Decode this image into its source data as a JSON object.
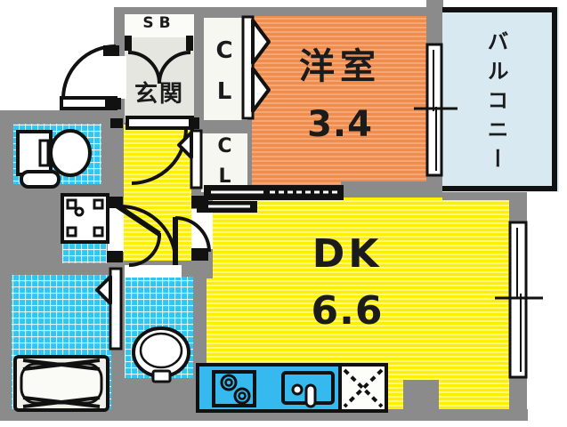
{
  "floorplan": {
    "labels": {
      "shoe_box": "SB",
      "entrance": "玄関",
      "closet_top": "CL",
      "closet_mid": "CL",
      "western_room_name": "洋室",
      "western_room_size": "3.4",
      "balcony": "バルコニー",
      "dining_kitchen_name": "DK",
      "dining_kitchen_size": "6.6"
    },
    "colors": {
      "wall_gray": "#8b8b8b",
      "western_room_orange": "#ee8d4e",
      "western_room_stripe": "#f5a876",
      "dk_yellow": "#ffef00",
      "dk_stripe": "#fff87e",
      "wet_area_tile_cyan": "#2ec6f2",
      "kitchen_counter_cyan": "#35b9ee",
      "balcony_blue": "#d9e9f1",
      "entrance_floor": "#e6e6e0",
      "closet_white": "#f7f7f2",
      "outline_black": "#111111"
    },
    "icons": [
      "toilet-icon",
      "washing-machine-pan-icon",
      "bathtub-icon",
      "washbasin-icon",
      "gas-stove-icon",
      "kitchen-sink-icon",
      "refrigerator-icon",
      "front-door-icon",
      "door-swing-icon",
      "folding-door-icon",
      "sliding-door-icon",
      "window-icon",
      "balcony-railing-icon"
    ]
  }
}
